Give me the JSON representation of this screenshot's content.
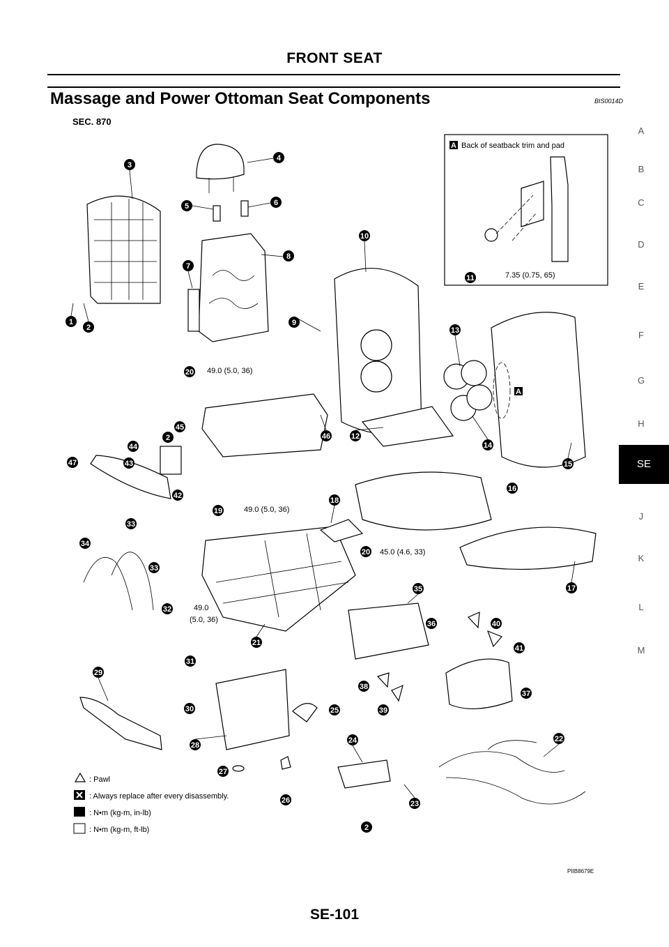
{
  "header": {
    "title": "FRONT SEAT"
  },
  "section": {
    "title": "Massage and Power Ottoman Seat Components",
    "code": "BIS0014D",
    "sec": "SEC. 870"
  },
  "tabs": [
    "A",
    "B",
    "C",
    "D",
    "E",
    "F",
    "G",
    "H",
    "SE",
    "J",
    "K",
    "L",
    "M"
  ],
  "active_tab": "SE",
  "inset": {
    "marker": "A",
    "title": "Back of seatback trim and pad",
    "torque": "7.35 (0.75, 65)"
  },
  "torques": {
    "t20a": "49.0 (5.0, 36)",
    "t19": "49.0 (5.0, 36)",
    "t20b": "45.0 (4.6, 33)",
    "t32a": "49.0",
    "t32b": "(5.0, 36)"
  },
  "legend": [
    {
      "text": ": Pawl"
    },
    {
      "text": ": Always replace after every disassembly."
    },
    {
      "text": ": N•m (kg-m, in-lb)"
    },
    {
      "text": ": N•m (kg-m, ft-lb)"
    }
  ],
  "callouts": {
    "c1": "1",
    "c2a": "2",
    "c2b": "2",
    "c2c": "2",
    "c3": "3",
    "c4": "4",
    "c5": "5",
    "c6": "6",
    "c7": "7",
    "c8": "8",
    "c9": "9",
    "c10": "10",
    "c11": "11",
    "c12": "12",
    "c13": "13",
    "c14": "14",
    "c15": "15",
    "c16": "16",
    "c17": "17",
    "c18": "18",
    "c19": "19",
    "c20a": "20",
    "c20b": "20",
    "c21": "21",
    "c22": "22",
    "c23": "23",
    "c24": "24",
    "c25": "25",
    "c26": "26",
    "c27": "27",
    "c28": "28",
    "c29": "29",
    "c30": "30",
    "c31": "31",
    "c32": "32",
    "c33a": "33",
    "c33b": "33",
    "c34": "34",
    "c35": "35",
    "c36": "36",
    "c37": "37",
    "c38": "38",
    "c39": "39",
    "c40": "40",
    "c41": "41",
    "c42": "42",
    "c43": "43",
    "c44": "44",
    "c45": "45",
    "c46": "46",
    "c47": "47"
  },
  "figure_code": "PIIB8679E",
  "footer": {
    "page": "SE-101"
  }
}
